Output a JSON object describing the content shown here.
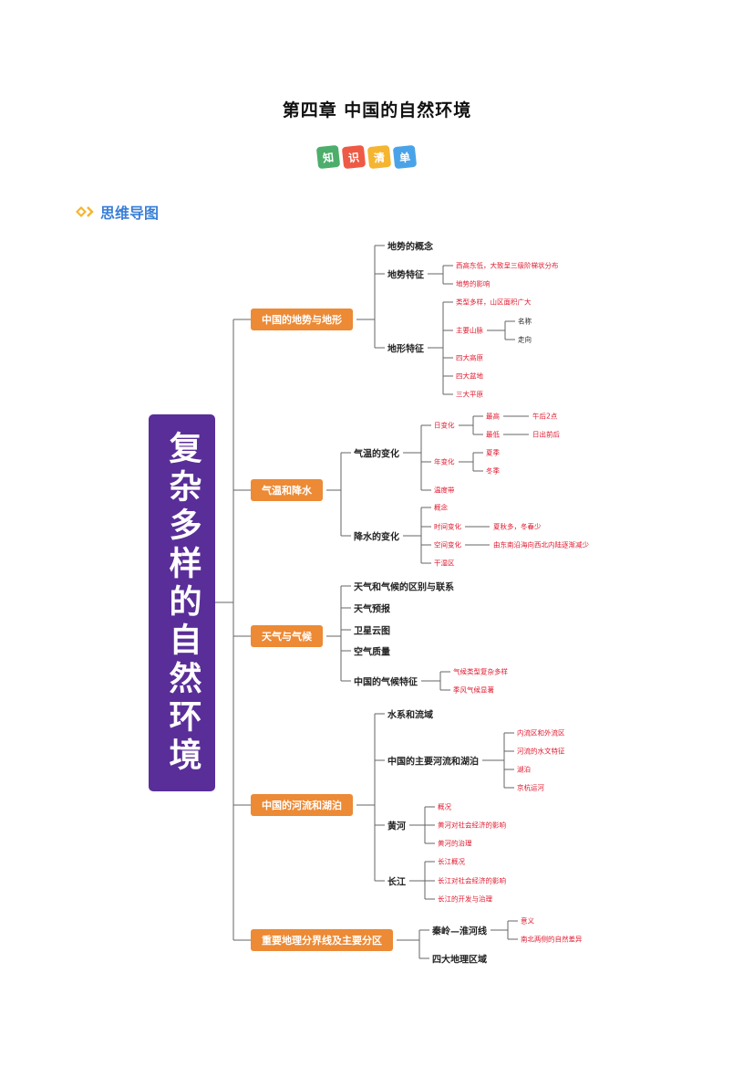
{
  "title": "第四章  中国的自然环境",
  "badge": {
    "chars": [
      "知",
      "识",
      "清",
      "单"
    ],
    "colors": [
      "#4cae6a",
      "#ee5a45",
      "#f5b531",
      "#4aa3e8"
    ]
  },
  "section_heading": "思维导图",
  "root": "复杂多样的自然环境",
  "colors": {
    "root": "#5a2e98",
    "branch": "#ec8a35",
    "leaf": "#e0182d",
    "heading": "#3a7fd8"
  },
  "branches": [
    {
      "label": "中国的地势与地形",
      "children": [
        {
          "label": "地势的概念"
        },
        {
          "label": "地势特征",
          "children": [
            {
              "label": "西高东低，大致呈三级阶梯状分布"
            },
            {
              "label": "地势的影响"
            }
          ]
        },
        {
          "label": "地形特征",
          "children": [
            {
              "label": "类型多样，山区面积广大"
            },
            {
              "label": "主要山脉",
              "children": [
                {
                  "label": "名称"
                },
                {
                  "label": "走向"
                }
              ]
            },
            {
              "label": "四大高原"
            },
            {
              "label": "四大盆地"
            },
            {
              "label": "三大平原"
            }
          ]
        }
      ]
    },
    {
      "label": "气温和降水",
      "children": [
        {
          "label": "气温的变化",
          "children": [
            {
              "label": "日变化",
              "children": [
                {
                  "label": "最高",
                  "children": [
                    {
                      "label": "午后2点"
                    }
                  ]
                },
                {
                  "label": "最低",
                  "children": [
                    {
                      "label": "日出前后"
                    }
                  ]
                }
              ]
            },
            {
              "label": "年变化",
              "children": [
                {
                  "label": "夏季"
                },
                {
                  "label": "冬季"
                }
              ]
            },
            {
              "label": "温度带"
            }
          ]
        },
        {
          "label": "降水的变化",
          "children": [
            {
              "label": "概念"
            },
            {
              "label": "时间变化",
              "children": [
                {
                  "label": "夏秋多，冬春少"
                }
              ]
            },
            {
              "label": "空间变化",
              "children": [
                {
                  "label": "由东南沿海向西北内陆逐渐减少"
                }
              ]
            },
            {
              "label": "干湿区"
            }
          ]
        }
      ]
    },
    {
      "label": "天气与气候",
      "children": [
        {
          "label": "天气和气候的区别与联系"
        },
        {
          "label": "天气预报"
        },
        {
          "label": "卫星云图"
        },
        {
          "label": "空气质量"
        },
        {
          "label": "中国的气候特征",
          "children": [
            {
              "label": "气候类型复杂多样"
            },
            {
              "label": "季风气候显著"
            }
          ]
        }
      ]
    },
    {
      "label": "中国的河流和湖泊",
      "children": [
        {
          "label": "水系和流域"
        },
        {
          "label": "中国的主要河流和湖泊",
          "children": [
            {
              "label": "内流区和外流区"
            },
            {
              "label": "河流的水文特征"
            },
            {
              "label": "湖泊"
            },
            {
              "label": "京杭运河"
            }
          ]
        },
        {
          "label": "黄河",
          "children": [
            {
              "label": "概况"
            },
            {
              "label": "黄河对社会经济的影响"
            },
            {
              "label": "黄河的治理"
            }
          ]
        },
        {
          "label": "长江",
          "children": [
            {
              "label": "长江概况"
            },
            {
              "label": "长江对社会经济的影响"
            },
            {
              "label": "长江的开发与治理"
            }
          ]
        }
      ]
    },
    {
      "label": "重要地理分界线及主要分区",
      "children": [
        {
          "label": "秦岭—淮河线",
          "children": [
            {
              "label": "意义"
            },
            {
              "label": "南北两侧的自然差异"
            }
          ]
        },
        {
          "label": "四大地理区域"
        }
      ]
    }
  ]
}
